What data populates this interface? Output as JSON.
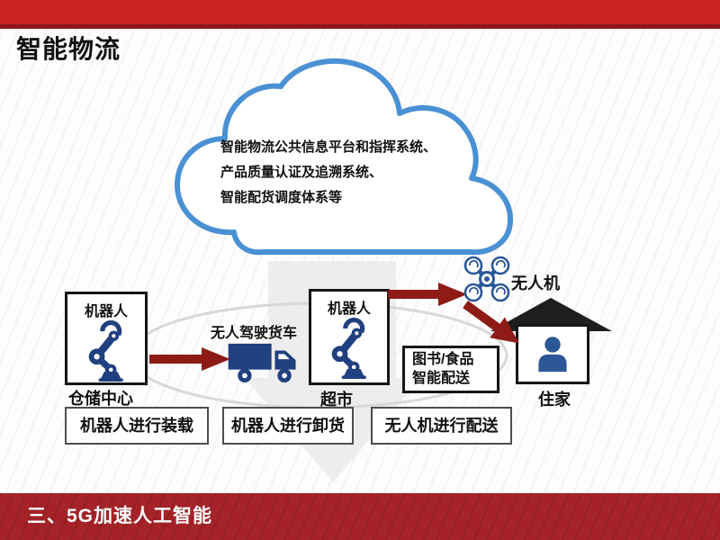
{
  "slide": {
    "title": "智能物流",
    "footer": "三、5G加速人工智能"
  },
  "cloud": {
    "lines": [
      "智能物流公共信息平台和指挥系统、",
      "产品质量认证及追溯系统、",
      "智能配货调度体系等"
    ]
  },
  "nodes": {
    "warehouse": {
      "label": "机器人",
      "caption": "仓储中心"
    },
    "truck": {
      "label": "无人驾驶货车"
    },
    "supermarket": {
      "label": "机器人",
      "caption": "超市"
    },
    "drone": {
      "label": "无人机"
    },
    "home": {
      "caption": "住家"
    },
    "delivery_tag": {
      "line1": "图书/食品",
      "line2": "智能配送"
    }
  },
  "steps": [
    "机器人进行装载",
    "机器人进行卸货",
    "无人机进行配送"
  ],
  "icons": {
    "warehouse_robot": "robot-arm-icon",
    "supermarket_robot": "robot-arm-icon",
    "truck": "truck-icon",
    "drone": "quadcopter-icon",
    "home_person": "person-icon",
    "home_roof": "roof-icon",
    "cloud": "cloud-shape",
    "flow_arrow": "red-arrow-icon"
  },
  "colors": {
    "top_bar_red": "#c9241f",
    "top_bar_edge": "#8c181b",
    "footer_red": "#a52328",
    "arrow_red": "#8e1b16",
    "cloud_blue": "#4a90d4",
    "icon_navy": "#20407f",
    "person_blue": "#2b5797",
    "roof_black": "#1e1e1e",
    "ellipse_gray": "#d8d8d8"
  }
}
